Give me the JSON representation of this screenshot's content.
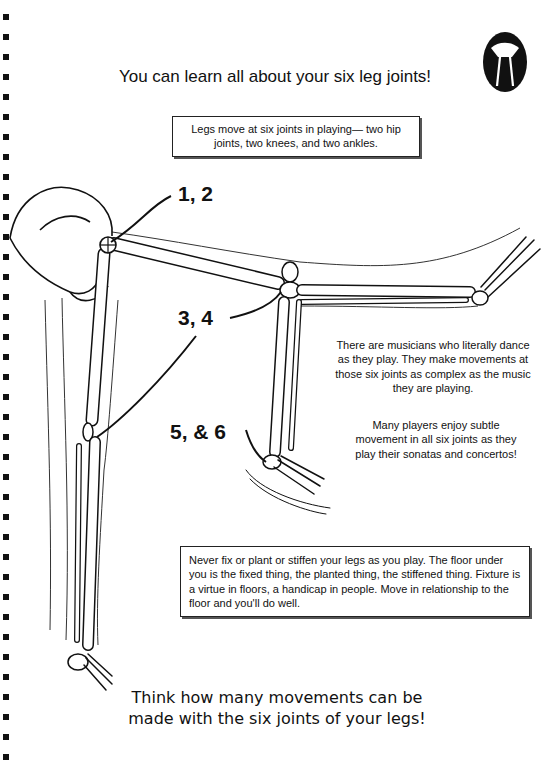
{
  "diagram": {
    "title": "You can learn all about your six leg joints!",
    "caption": "Think how many movements can be made with the six joints of your legs!",
    "nodes": [
      {
        "text": [
          "Legs move at six joints in playing— two hip joints, two knees, and two ankles."
        ]
      },
      {
        "text": [
          "Never fix or plant or stiffen your legs as you play. The floor under you is the fixed thing, the planted thing, the stiffened thing. Fixture is a virtue in floors, a handicap in people. Move in relationship to the floor and you'll do well."
        ]
      }
    ],
    "labels": [
      "1, 2",
      "3, 4",
      "5, & 6",
      "There are musicians who literally dance as they play. They make movements at those six joints as complex as the music they are playing.",
      "Many players enjoy subtle movement in all six joints as they play their sonatas and concertos!"
    ]
  }
}
